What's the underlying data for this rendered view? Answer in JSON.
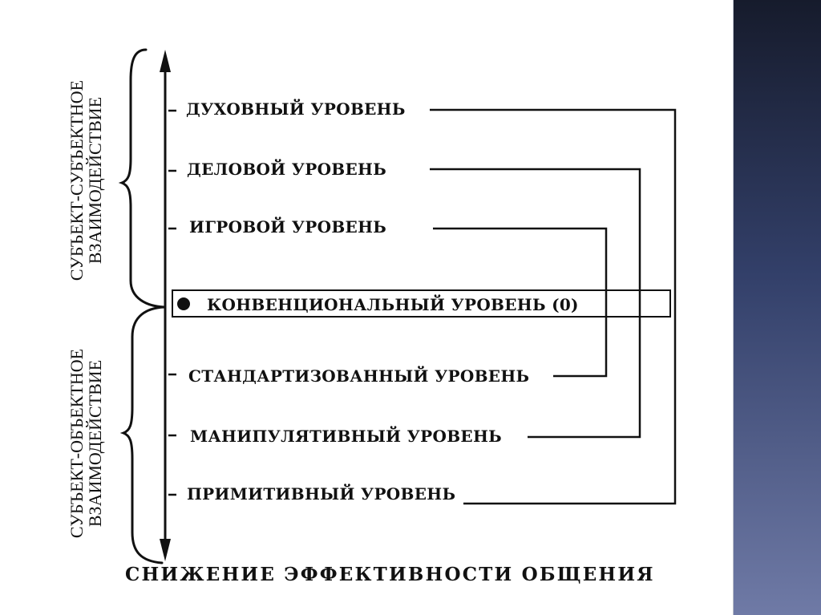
{
  "levels": [
    {
      "label": "ДУХОВНЫЙ УРОВЕНЬ",
      "group": "subject-subject"
    },
    {
      "label": "ДЕЛОВОЙ УРОВЕНЬ",
      "group": "subject-subject"
    },
    {
      "label": "ИГРОВОЙ УРОВЕНЬ",
      "group": "subject-subject"
    },
    {
      "label": "КОНВЕНЦИОНАЛЬНЫЙ УРОВЕНЬ (0)",
      "group": "center"
    },
    {
      "label": "СТАНДАРТИЗОВАННЫЙ УРОВЕНЬ",
      "group": "subject-object"
    },
    {
      "label": "МАНИПУЛЯТИВНЫЙ УРОВЕНЬ",
      "group": "subject-object"
    },
    {
      "label": "ПРИМИТИВНЫЙ УРОВЕНЬ",
      "group": "subject-object"
    }
  ],
  "pairings": [
    [
      "ДУХОВНЫЙ УРОВЕНЬ",
      "ПРИМИТИВНЫЙ УРОВЕНЬ"
    ],
    [
      "ДЕЛОВОЙ УРОВЕНЬ",
      "МАНИПУЛЯТИВНЫЙ УРОВЕНЬ"
    ],
    [
      "ИГРОВОЙ УРОВЕНЬ",
      "СТАНДАРТИЗОВАННЫЙ УРОВЕНЬ"
    ]
  ],
  "brackets": {
    "upper": [
      "СУБЪЕКТ-СУБЪЕКТНОЕ",
      "ВЗАИМОДЕЙСТВИЕ"
    ],
    "lower": [
      "СУБЪЕКТ-ОБЪЕКТНОЕ",
      "ВЗАИМОДЕЙСТВИЕ"
    ]
  },
  "caption": "СНИЖЕНИЕ ЭФФЕКТИВНОСТИ ОБЩЕНИЯ",
  "colors": {
    "ink": "#111111",
    "background": "#ffffff",
    "side_band_top": "#161b2c",
    "side_band_bottom": "#6f7aa6"
  }
}
